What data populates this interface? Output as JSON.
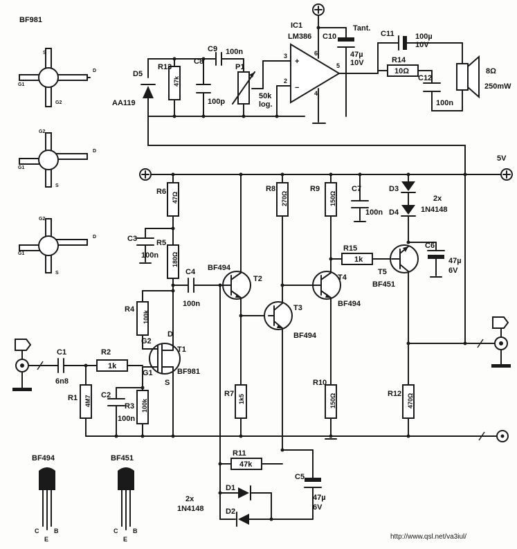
{
  "pinouts": {
    "bf981_title": "BF981",
    "pin_s": "S",
    "pin_d": "D",
    "pin_g1": "G1",
    "pin_g2": "G2",
    "bf494_title": "BF494",
    "bf451_title": "BF451",
    "pin_c": "C",
    "pin_b": "B",
    "pin_e": "E"
  },
  "ic": {
    "name": "IC1",
    "part": "LM386",
    "pin3": "3",
    "pin2": "2",
    "pin6": "6",
    "pin4": "4",
    "pin5": "5",
    "plus": "+",
    "minus": "−"
  },
  "components": {
    "d5": "D5",
    "d5_type": "AA119",
    "r13": "R13",
    "r13_val": "47k",
    "c8": "C8",
    "c8_val": "100p",
    "c9": "C9",
    "c9_val": "100n",
    "p1": "P1",
    "p1_val1": "50k",
    "p1_val2": "log.",
    "c10": "C10",
    "c10_note": "Tant.",
    "c10_val1": "47µ",
    "c10_val2": "10V",
    "c11": "C11",
    "c11_val1": "100µ",
    "c11_val2": "10V",
    "r14": "R14",
    "r14_val": "10Ω",
    "c12": "C12",
    "c12_val": "100n",
    "spk_val1": "8Ω",
    "spk_val2": "250mW",
    "r6": "R6",
    "r6_val": "47Ω",
    "c3": "C3",
    "c3_val": "100n",
    "r5": "R5",
    "r5_val": "180Ω",
    "c4": "C4",
    "c4_val": "100n",
    "r4": "R4",
    "r4_val": "100k",
    "r8": "R8",
    "r8_val": "270Ω",
    "r9": "R9",
    "r9_val": "150Ω",
    "c7": "C7",
    "c7_val": "100n",
    "d3": "D3",
    "d4": "D4",
    "d34_count": "2x",
    "d34_type": "1N4148",
    "r15": "R15",
    "r15_val": "1k",
    "c6": "C6",
    "c6_val1": "47µ",
    "c6_val2": "6V",
    "t1": "T1",
    "t1_type": "BF981",
    "t1_g2": "G2",
    "t1_g1": "G1",
    "t1_d": "D",
    "t1_s": "S",
    "t2": "T2",
    "t2_type": "BF494",
    "t3": "T3",
    "t3_type": "BF494",
    "t4": "T4",
    "t4_type": "BF494",
    "t5": "T5",
    "t5_type": "BF451",
    "c1": "C1",
    "c1_val": "6n8",
    "r2": "R2",
    "r2_val": "1k",
    "r1": "R1",
    "r1_val": "4M7",
    "c2": "C2",
    "c2_val": "100n",
    "r3": "R3",
    "r3_val": "100k",
    "r7": "R7",
    "r7_val": "1k5",
    "r10": "R10",
    "r10_val": "150Ω",
    "r12": "R12",
    "r12_val": "470Ω",
    "r11": "R11",
    "r11_val": "47k",
    "d1": "D1",
    "d2": "D2",
    "d12_count": "2x",
    "d12_type": "1N4148",
    "c5": "C5",
    "c5_val1": "47µ",
    "c5_val2": "6V"
  },
  "supply": {
    "label": "5V"
  },
  "footer": {
    "url": "http://www.qsl.net/va3iul/"
  }
}
